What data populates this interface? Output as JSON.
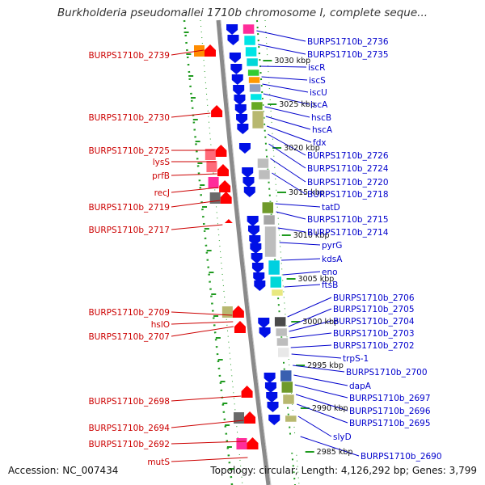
{
  "title": "Burkholderia pseudomallei 1710b chromosome I, complete seque...",
  "footer": {
    "accession": "Accession: NC_007434",
    "summary": "Topology: circular; Length: 4,126,292 bp; Genes: 3,799"
  },
  "colors": {
    "left_label": "#cc0000",
    "right_label": "#0000cc",
    "backbone": "#888888",
    "tick": "#228b22"
  },
  "kbp_labels": [
    "3030 kbp",
    "3025 kbp",
    "3020 kbp",
    "3015 kbp",
    "3010 kbp",
    "3005 kbp",
    "3000 kbp",
    "2995 kbp",
    "2990 kbp",
    "2985 kbp"
  ],
  "left_labels": [
    "BURPS1710b_2739",
    "BURPS1710b_2730",
    "BURPS1710b_2725",
    "lysS",
    "prfB",
    "recJ",
    "BURPS1710b_2719",
    "BURPS1710b_2717",
    "BURPS1710b_2709",
    "hslO",
    "BURPS1710b_2707",
    "BURPS1710b_2698",
    "BURPS1710b_2694",
    "BURPS1710b_2692",
    "mutS"
  ],
  "right_labels": [
    "BURPS1710b_2736",
    "BURPS1710b_2735",
    "iscR",
    "iscS",
    "iscU",
    "iscA",
    "hscB",
    "hscA",
    "fdx",
    "BURPS1710b_2726",
    "BURPS1710b_2724",
    "BURPS1710b_2720",
    "BURPS1710b_2718",
    "tatD",
    "BURPS1710b_2715",
    "BURPS1710b_2714",
    "pyrG",
    "kdsA",
    "eno",
    "ftsB",
    "BURPS1710b_2706",
    "BURPS1710b_2705",
    "BURPS1710b_2704",
    "BURPS1710b_2703",
    "BURPS1710b_2702",
    "trpS-1",
    "BURPS1710b_2700",
    "dapA",
    "BURPS1710b_2697",
    "BURPS1710b_2696",
    "BURPS1710b_2695",
    "slyD",
    "BURPS1710b_2690"
  ]
}
